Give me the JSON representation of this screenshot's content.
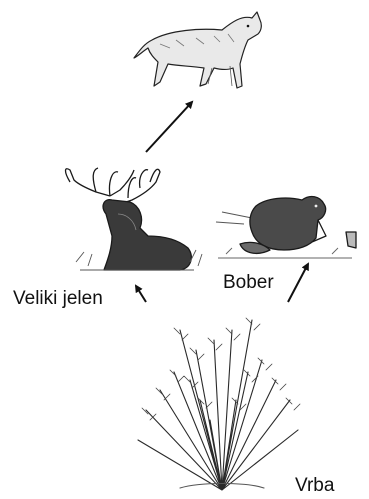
{
  "labels": {
    "elk": "Veliki jelen",
    "beaver": "Bober",
    "willow": "Vrba"
  },
  "organisms": [
    {
      "id": "wolf",
      "icon": "wolf-illustration"
    },
    {
      "id": "elk",
      "icon": "elk-illustration"
    },
    {
      "id": "beaver",
      "icon": "beaver-illustration"
    },
    {
      "id": "willow",
      "icon": "willow-shrub-illustration"
    }
  ],
  "links": [
    {
      "from": "willow",
      "to": "beaver"
    },
    {
      "from": "willow",
      "to": "elk"
    },
    {
      "from": "elk",
      "to": "wolf"
    }
  ],
  "colors": {
    "ink": "#111111",
    "background": "#ffffff"
  }
}
